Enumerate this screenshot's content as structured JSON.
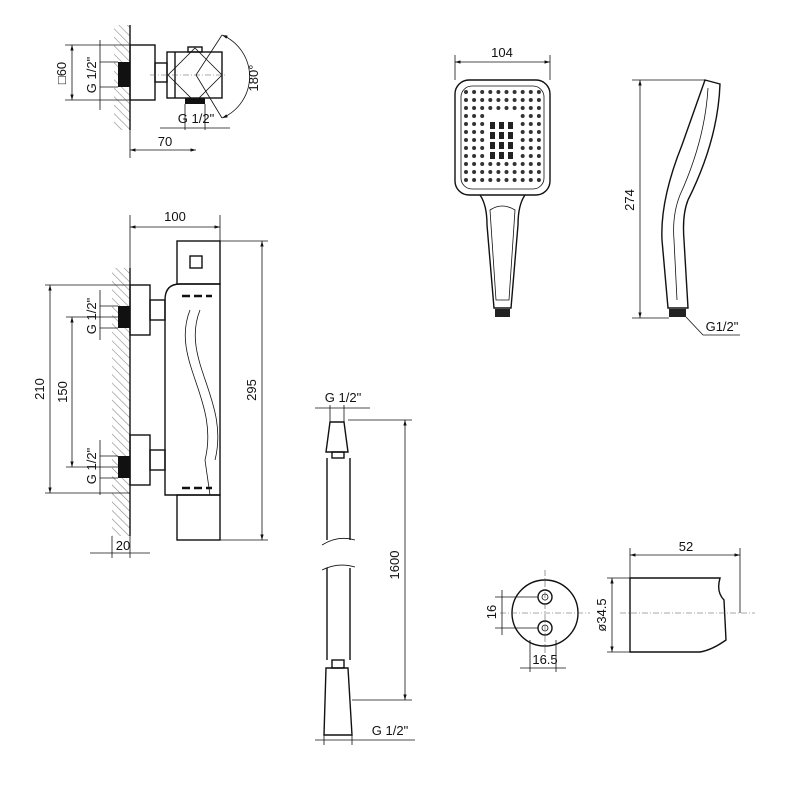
{
  "valve_top_view": {
    "square_dim": "□60",
    "inlet_thread": "G 1/2\"",
    "outlet_thread": "G 1/2\"",
    "rotation": "180°",
    "depth": "70"
  },
  "thermostat_front_view": {
    "width": "100",
    "height": "295",
    "inlet_spacing_outer": "210",
    "inlet_spacing": "150",
    "upper_inlet_thread": "G 1/2\"",
    "lower_inlet_thread": "G 1/2\"",
    "wall_offset": "20"
  },
  "hose": {
    "top_thread": "G 1/2\"",
    "length": "1600",
    "bottom_thread": "G 1/2\""
  },
  "hand_shower": {
    "head_width": "104",
    "length": "274",
    "thread": "G1/2\""
  },
  "wall_bracket": {
    "hole_spacing": "16",
    "hole_offset": "16.5",
    "diameter": "ø34.5",
    "depth": "52"
  }
}
